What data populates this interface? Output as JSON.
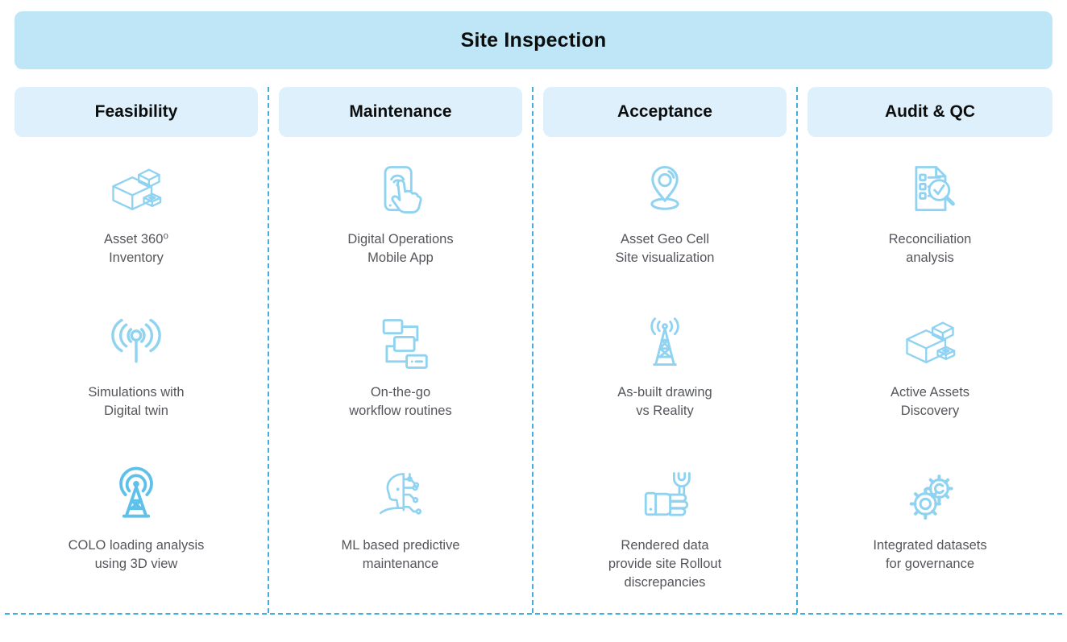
{
  "title": "Site Inspection",
  "colors": {
    "banner_bg": "#bfe6f7",
    "header_bg": "#ddf0fb",
    "dash": "#41aede",
    "icon": "#90d3f1",
    "icon_dark": "#5ec1ea",
    "title": "#0d0d0d",
    "label": "#54565b"
  },
  "columns": [
    {
      "header": "Feasibility",
      "items": [
        {
          "icon": "cubes-icon",
          "label": "Asset 360⁰\nInventory"
        },
        {
          "icon": "antenna-waves-icon",
          "label": "Simulations with\nDigital twin"
        },
        {
          "icon": "broadcast-tower-icon",
          "label": "COLO loading analysis\nusing 3D view"
        }
      ]
    },
    {
      "header": "Maintenance",
      "items": [
        {
          "icon": "mobile-tap-icon",
          "label": "Digital Operations\nMobile App"
        },
        {
          "icon": "workflow-icon",
          "label": "On-the-go\nworkflow routines"
        },
        {
          "icon": "ml-head-icon",
          "label": "ML based predictive\nmaintenance"
        }
      ]
    },
    {
      "header": "Acceptance",
      "items": [
        {
          "icon": "geo-pin-icon",
          "label": "Asset Geo Cell\nSite visualization"
        },
        {
          "icon": "signal-tower-icon",
          "label": "As-built drawing\nvs Reality"
        },
        {
          "icon": "wrench-hand-icon",
          "label": "Rendered data\nprovide site Rollout\ndiscrepancies"
        }
      ]
    },
    {
      "header": "Audit & QC",
      "items": [
        {
          "icon": "checklist-magnifier-icon",
          "label": "Reconciliation\nanalysis"
        },
        {
          "icon": "cubes-icon",
          "label": "Active Assets\nDiscovery"
        },
        {
          "icon": "gears-icon",
          "label": "Integrated datasets\nfor governance"
        }
      ]
    }
  ]
}
